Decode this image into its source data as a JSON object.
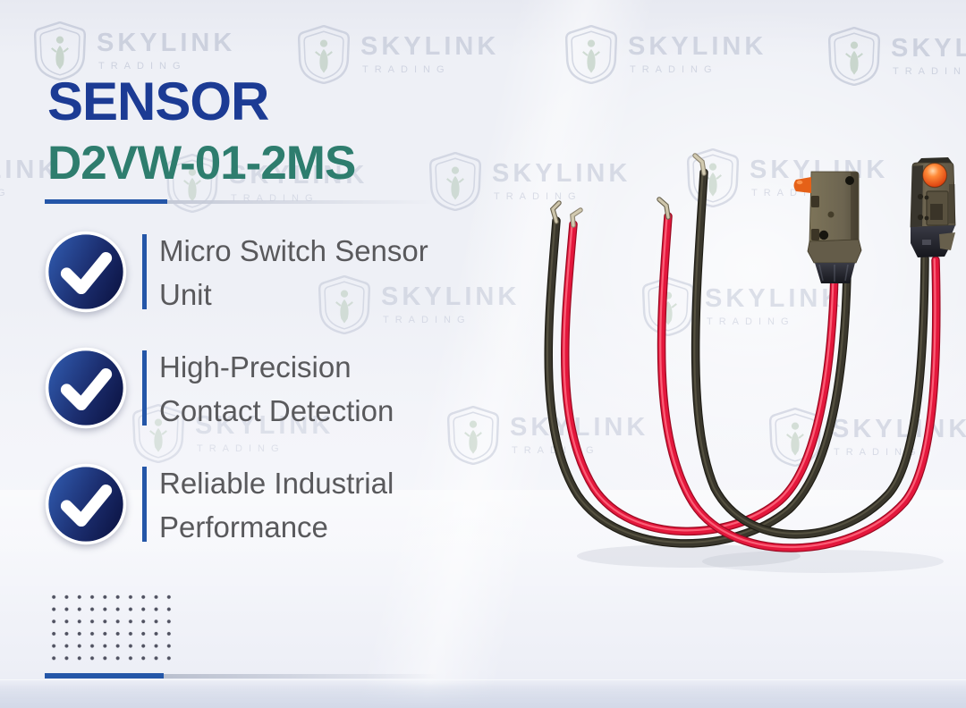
{
  "header": {
    "title": "SENSOR",
    "model": "D2VW-01-2MS"
  },
  "features": [
    {
      "line1": "Micro Switch Sensor",
      "line2": "Unit"
    },
    {
      "line1": "High-Precision",
      "line2": "Contact Detection"
    },
    {
      "line1": "Reliable Industrial",
      "line2": "Performance"
    }
  ],
  "watermark": {
    "brand": "SKYLINK",
    "sub": "TRADING"
  },
  "icons": {
    "feature_bullet": "check-icon",
    "brand_mark": "shield-logo-icon"
  },
  "colors": {
    "title_blue": "#1c3b94",
    "model_teal": "#2e7d6e",
    "accent_blue": "#2456a8",
    "text_gray": "#59595c",
    "check_navy_light": "#2f58ab",
    "check_navy_dark": "#0c1444",
    "wire_red": "#e4173c",
    "wire_black": "#3a372c",
    "switch_olive": "#6e6552",
    "button_orange": "#ee5a1a",
    "watermark_gray": "#b3bacd"
  }
}
